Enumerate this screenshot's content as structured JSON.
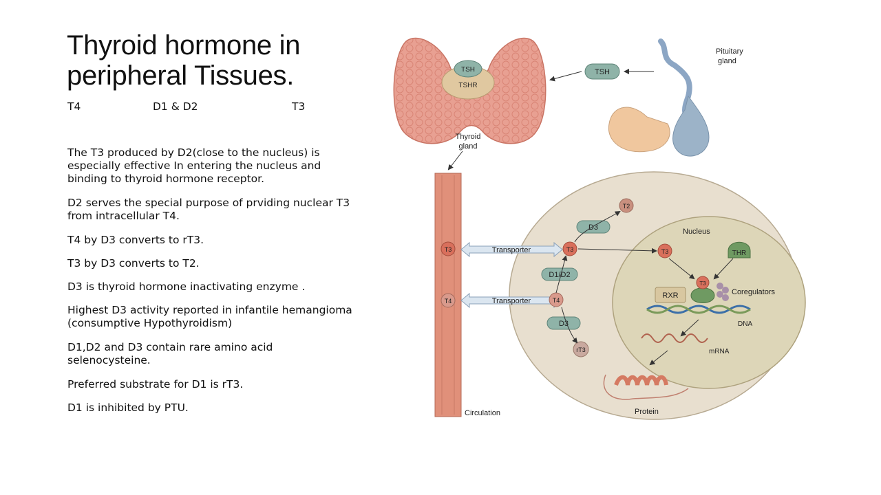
{
  "slide": {
    "title_line1": "Thyroid hormone in",
    "title_line2": "peripheral Tissues.",
    "conversion": {
      "from": "T4",
      "enzyme": "D1 & D2",
      "to": "T3"
    },
    "paragraphs": [
      "The T3 produced by D2(close to the nucleus) is especially effective In entering the nucleus and binding to thyroid hormone receptor.",
      "D2 serves the special purpose of prviding nuclear T3 from intracellular T4.",
      "T4  by D3 converts to rT3.",
      "T3 by D3 converts to T2.",
      "D3 is  thyroid hormone inactivating enzyme .",
      "Highest D3 activity reported  in infantile hemangioma (consumptive Hypothyroidism)",
      "D1,D2 and D3 contain rare amino acid selenocysteine.",
      "Preferred  substrate for D1 is  rT3.",
      "D1 is inhibited by PTU."
    ]
  },
  "diagram": {
    "labels": {
      "pituitary_line1": "Pituitary",
      "pituitary_line2": "gland",
      "tsh_signal": "TSH",
      "tsh_on_receptor": "TSH",
      "tshr": "TSHR",
      "thyroid_line1": "Thyroid",
      "thyroid_line2": "gland",
      "circulation": "Circulation",
      "nucleus": "Nucleus",
      "transporter_top": "Transporter",
      "transporter_bottom": "Transporter",
      "d3_top": "D3",
      "d1d2": "D1/D2",
      "d3_bottom": "D3",
      "thr": "THR",
      "rxr": "RXR",
      "coregulators": "Coregulators",
      "dna": "DNA",
      "mrna": "mRNA",
      "protein": "Protein",
      "t3_circ": "T3",
      "t4_circ": "T4",
      "t3_cell": "T3",
      "t4_cell": "T4",
      "t2": "T2",
      "rt3": "rT3",
      "t3_nucleus": "T3",
      "t3_bound": "T3"
    },
    "colors": {
      "thyroid": "#e69a8c",
      "pill_teal": "#8fb3a8",
      "hormone_red": "#d9705c",
      "cell": "#e8dfcf",
      "nucleus": "#ddd6b8",
      "vessel": "#e0907a",
      "thr_green": "#6f9a62",
      "dna_blue": "#3b6fa8",
      "protein": "#d57a62"
    }
  }
}
